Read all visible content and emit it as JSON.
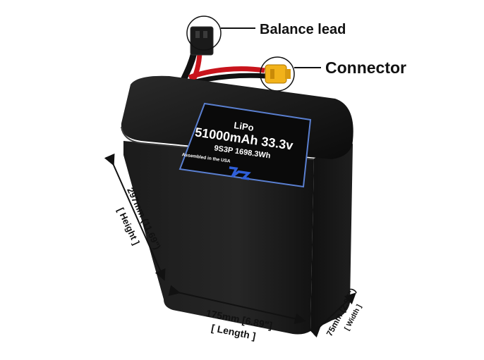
{
  "callouts": {
    "balance_lead": "Balance lead",
    "connector": "Connector"
  },
  "battery_label": {
    "chemistry": "LiPo",
    "capacity": "51000mAh 33.3v",
    "config": "9S3P 1698.3Wh",
    "origin": "Assembled in the USA"
  },
  "dimensions": {
    "height_value": "297mm (11.69\")",
    "height_caption": "[ Height ]",
    "length_value": "175mm [6.89\"]",
    "length_caption": "[ Length ]",
    "width_value": "75mm (2.95\")",
    "width_caption": "[ Width ]"
  },
  "colors": {
    "battery_body": "#141414",
    "label_bg": "#0a0a0a",
    "label_border": "#5a7fd0",
    "wire_red": "#c8141c",
    "connector_yellow": "#f2b21a",
    "logo_blue": "#2f5fd8"
  }
}
